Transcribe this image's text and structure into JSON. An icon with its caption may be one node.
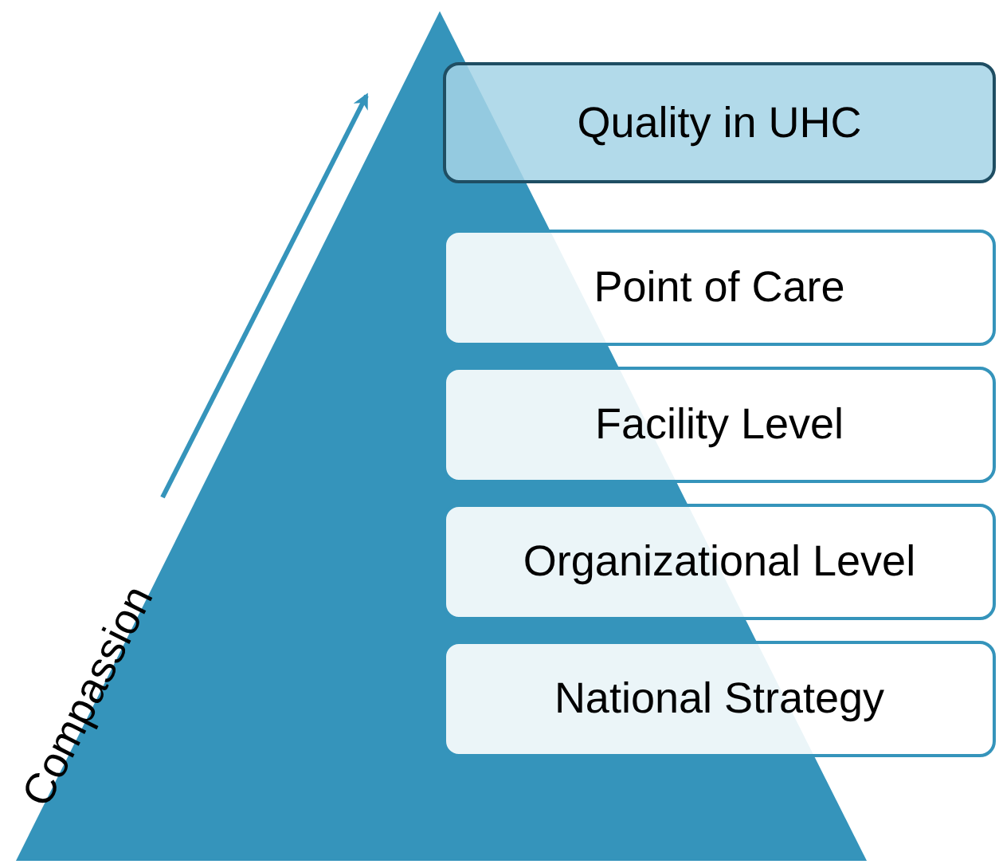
{
  "diagram": {
    "nodes": [
      {
        "text": [
          "Quality in UHC"
        ]
      },
      {
        "text": [
          "Point of Care"
        ]
      },
      {
        "text": [
          "Facility Level"
        ]
      },
      {
        "text": [
          "Organizational Level"
        ]
      },
      {
        "text": [
          "National Strategy"
        ]
      }
    ],
    "labels": [
      "Compassion"
    ]
  }
}
